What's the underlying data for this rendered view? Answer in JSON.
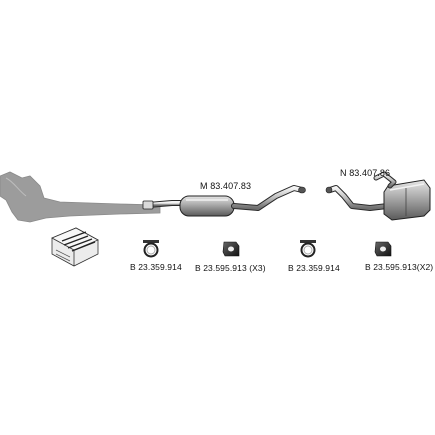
{
  "assemblies": [
    {
      "code": "M 83.407.83"
    },
    {
      "code": "N 83.407.86"
    }
  ],
  "fittings": [
    {
      "code": "B 23.359.914",
      "icon": "clamp-icon"
    },
    {
      "code": "B 23.595.913 (X3)",
      "icon": "rubber-mount-icon"
    },
    {
      "code": "B 23.359.914",
      "icon": "clamp-icon"
    },
    {
      "code": "B 23.595.913(X2)",
      "icon": "rubber-mount-icon"
    }
  ]
}
